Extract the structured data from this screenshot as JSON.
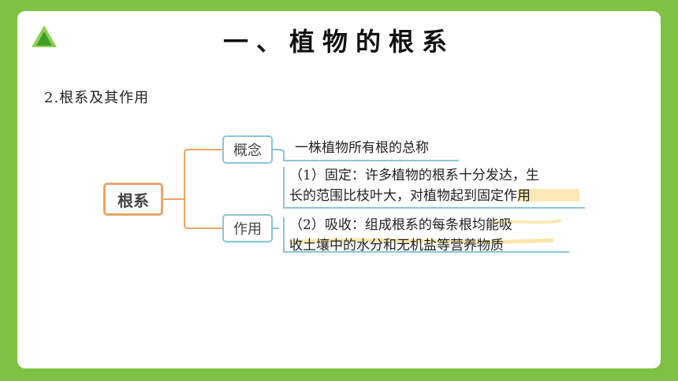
{
  "header": {
    "title": "一、植物的根系"
  },
  "subtitle": "2.根系及其作用",
  "mindmap": {
    "root": "根系",
    "branches": [
      {
        "label": "概念",
        "lines": [
          "一株植物所有根的总称"
        ]
      },
      {
        "label": "作用",
        "paragraphs": [
          {
            "lines": [
              "（1）固定：许多植物的根系十分发达，生",
              "长的范围比枝叶大，对植物起到固定作用"
            ]
          },
          {
            "lines": [
              "（2）吸收：组成根系的每条根均能吸",
              "收土壤中的水分和无机盐等营养物质"
            ]
          }
        ]
      }
    ]
  },
  "colors": {
    "background": "#7dc242",
    "root_border": "#e8a56a",
    "node_border": "#8cc5d7",
    "highlight": "#f6d77a"
  }
}
